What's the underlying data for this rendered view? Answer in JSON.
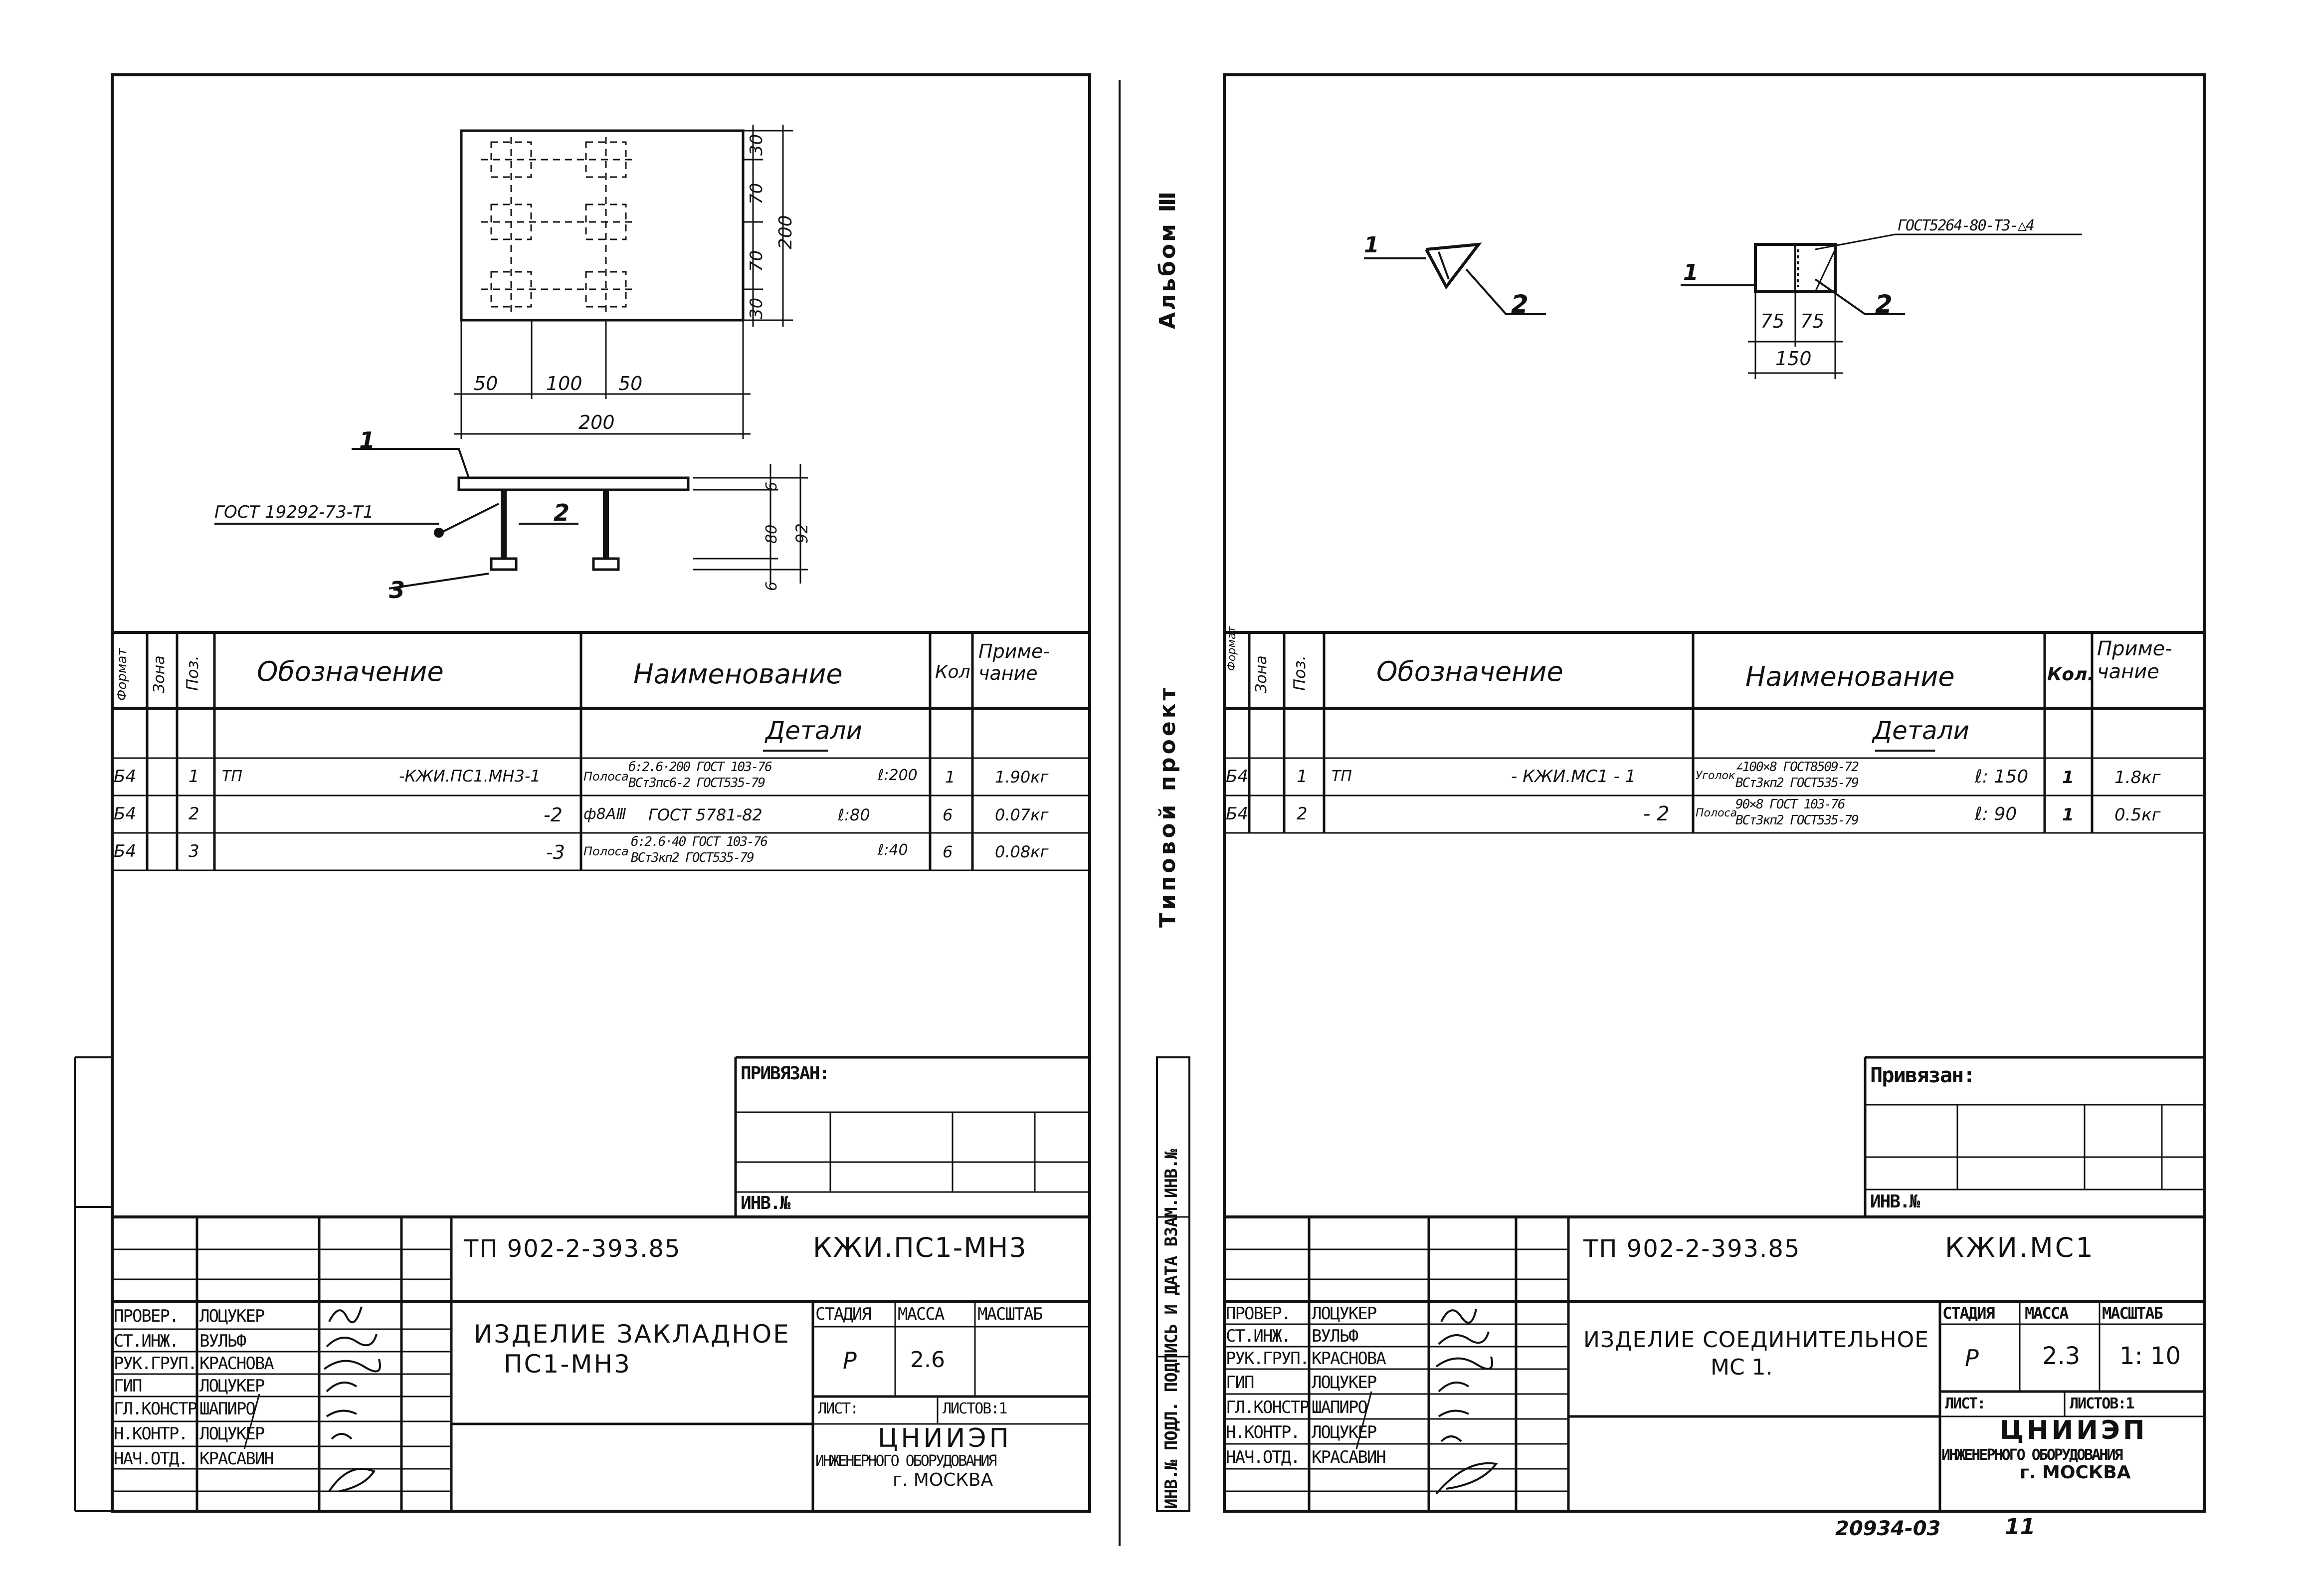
{
  "left": {
    "dims_top": [
      "30",
      "70",
      "70",
      "30"
    ],
    "dim_total_v": "200",
    "dims_bottom": [
      "50",
      "100",
      "50"
    ],
    "dim_total_h": "200",
    "dims_right": [
      "6",
      "80",
      "6"
    ],
    "dim_total_right": "92",
    "callouts": [
      "1",
      "2",
      "3"
    ],
    "weld": "ГОСТ 19292-73-Т1",
    "spec_header": {
      "format": "Формат",
      "zone": "Зона",
      "pos": "Поз.",
      "designation": "Обозначение",
      "name": "Наименование",
      "qty": "Кол",
      "note": "Приме-чание"
    },
    "section": "Детали",
    "rows": [
      {
        "fmt": "Б4",
        "pos": "1",
        "des_a": "ТП",
        "des_b": "-КЖИ.ПС1.МН3-1",
        "name_a": "Полоса",
        "name_top": "б:2.6·200 ГОСТ 103-76",
        "name_bot": "ВСт3пс6-2 ГОСТ535-79",
        "name_len": "ℓ:200",
        "qty": "1",
        "note": "1.90кг"
      },
      {
        "fmt": "Б4",
        "pos": "2",
        "des_a": "",
        "des_b": "-2",
        "name_a": "ф8АⅢ",
        "name_top": "ГОСТ 5781-82",
        "name_bot": "",
        "name_len": "ℓ:80",
        "qty": "6",
        "note": "0.07кг"
      },
      {
        "fmt": "Б4",
        "pos": "3",
        "des_a": "",
        "des_b": "-3",
        "name_a": "Полоса",
        "name_top": "б:2.6·40 ГОСТ 103-76",
        "name_bot": "ВСт3кп2 ГОСТ535-79",
        "name_len": "ℓ:40",
        "qty": "6",
        "note": "0.08кг"
      }
    ],
    "bound": "ПРИВЯЗАН:",
    "inv": "ИНВ.№",
    "doc_code": "ТП 902-2-393.85",
    "mark": "КЖИ.ПС1-МН3",
    "title_a": "ИЗДЕЛИЕ ЗАКЛАДНОЕ",
    "title_b": "ПС1-МН3",
    "stage_h": "СТАДИЯ",
    "mass_h": "МАССА",
    "scale_h": "МАСШТАБ",
    "stage": "Р",
    "mass": "2.6",
    "scale": "",
    "sheet": "ЛИСТ:",
    "sheets": "ЛИСТОВ:1",
    "org_a": "ЦНИИЭП",
    "org_b": "ИНЖЕНЕРНОГО ОБОРУДОВАНИЯ",
    "org_c": "г. МОСКВА",
    "roles": [
      "ПРОВЕР.",
      "СТ.ИНЖ.",
      "РУК.ГРУП.",
      "ГИП",
      "ГЛ.КОНСТР.",
      "Н.КОНТР.",
      "НАЧ.ОТД."
    ],
    "names": [
      "ЛОЦУКЕР",
      "ВУЛЬФ",
      "КРАСНОВА",
      "ЛОЦУКЕР",
      "ШАПИРО",
      "ЛОЦУКЕР",
      "КРАСАВИН"
    ]
  },
  "middle": {
    "album": "Альбом Ⅲ",
    "project": "Типовой   проект",
    "inv_strip": "ИНВ.№ ПОДЛ.   ПОДПИСЬ И ДАТА   ВЗАМ.ИНВ.№"
  },
  "right": {
    "callouts": [
      "1",
      "2",
      "1",
      "2"
    ],
    "weld": "ГОСТ5264-80-Т3-△4",
    "dims": [
      "75",
      "75"
    ],
    "dim_total": "150",
    "spec_header": {
      "format": "Формат",
      "zone": "Зона",
      "pos": "Поз.",
      "designation": "Обозначение",
      "name": "Наименование",
      "qty": "Кол.",
      "note": "Приме-чание"
    },
    "section": "Детали",
    "rows": [
      {
        "fmt": "Б4",
        "pos": "1",
        "des_a": "ТП",
        "des_b": "- КЖИ.МС1 - 1",
        "name_a": "Уголок",
        "name_top": "∠100×8 ГОСТ8509-72",
        "name_bot": "ВСт3кп2 ГОСТ535-79",
        "name_len": "ℓ: 150",
        "qty": "1",
        "note": "1.8кг"
      },
      {
        "fmt": "Б4",
        "pos": "2",
        "des_a": "",
        "des_b": "- 2",
        "name_a": "Полоса",
        "name_top": "90×8 ГОСТ 103-76",
        "name_bot": "ВСт3кп2 ГОСТ535-79",
        "name_len": "ℓ: 90",
        "qty": "1",
        "note": "0.5кг"
      }
    ],
    "bound": "Привязан:",
    "inv": "ИНВ.№",
    "doc_code": "ТП 902-2-393.85",
    "mark": "КЖИ.МС1",
    "title_a": "ИЗДЕЛИЕ СОЕДИНИТЕЛЬНОЕ",
    "title_b": "МС 1.",
    "stage_h": "СТАДИЯ",
    "mass_h": "МАССА",
    "scale_h": "МАСШТАБ",
    "stage": "Р",
    "mass": "2.3",
    "scale": "1: 10",
    "sheet": "ЛИСТ:",
    "sheets": "ЛИСТОВ:1",
    "org_a": "ЦНИИЭП",
    "org_b": "ИНЖЕНЕРНОГО ОБОРУДОВАНИЯ",
    "org_c": "г. МОСКВА",
    "roles": [
      "ПРОВЕР.",
      "СТ.ИНЖ.",
      "РУК.ГРУП.",
      "ГИП",
      "ГЛ.КОНСТР.",
      "Н.КОНТР.",
      "НАЧ.ОТД."
    ],
    "names": [
      "ЛОЦУКЕР",
      "ВУЛЬФ",
      "КРАСНОВА",
      "ЛОЦУКЕР",
      "ШАПИРО",
      "ЛОЦУКЕР",
      "КРАСАВИН"
    ],
    "footer_code": "20934-03",
    "footer_page": "11"
  }
}
